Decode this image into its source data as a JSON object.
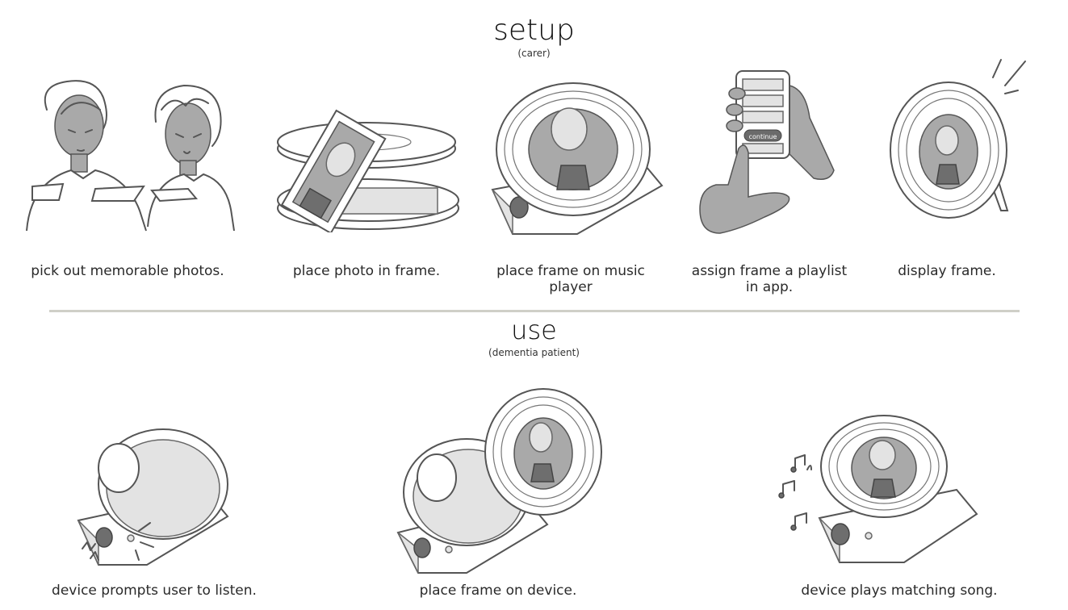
{
  "setup": {
    "title": "setup",
    "subtitle": "(carer)",
    "steps": [
      {
        "caption": "pick out memorable photos."
      },
      {
        "caption": "place photo in frame."
      },
      {
        "caption": "place frame on music player"
      },
      {
        "caption": "assign frame a playlist in app."
      },
      {
        "caption": "display frame."
      }
    ],
    "phone_button_label": "continue"
  },
  "use": {
    "title": "use",
    "subtitle": "(dementia patient)",
    "steps": [
      {
        "caption": "device prompts user to listen."
      },
      {
        "caption": "place frame on device."
      },
      {
        "caption": "device plays matching song."
      }
    ]
  }
}
